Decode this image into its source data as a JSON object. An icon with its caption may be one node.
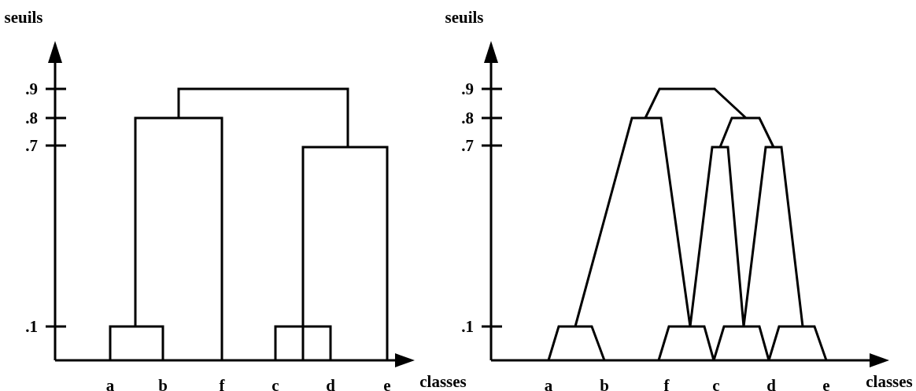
{
  "diagram": {
    "labels": [
      "seuils",
      ".9",
      ".8",
      ".7",
      ".1",
      "a",
      "b",
      "f",
      "c",
      "d",
      "e",
      "classes",
      "seuils",
      ".9",
      ".8",
      ".7",
      ".1",
      "a",
      "b",
      "f",
      "c",
      "d",
      "e",
      "classes"
    ]
  }
}
